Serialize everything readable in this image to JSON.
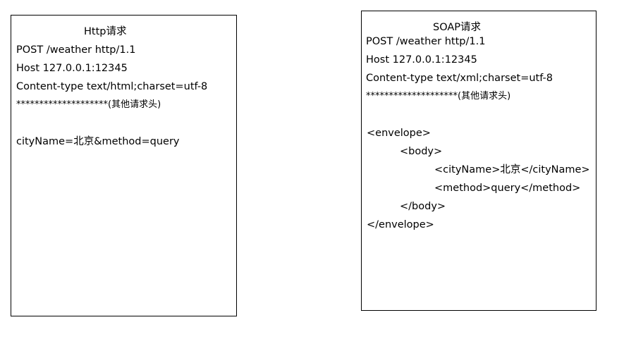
{
  "http_box": {
    "title": "Http请求",
    "lines": [
      "POST /weather http/1.1",
      "Host 127.0.0.1:12345",
      "Content-type text/html;charset=utf-8",
      "********************(其他请求头)",
      "",
      "cityName=北京&method=query"
    ]
  },
  "soap_box": {
    "title": "SOAP请求",
    "lines": [
      "POST /weather http/1.1",
      "Host 127.0.0.1:12345",
      "Content-type text/xml;charset=utf-8",
      "********************(其他请求头)",
      "",
      "<envelope>",
      "<body>",
      "<cityName>北京</cityName>",
      "<method>query</method>",
      "</body>",
      "</envelope>"
    ]
  }
}
